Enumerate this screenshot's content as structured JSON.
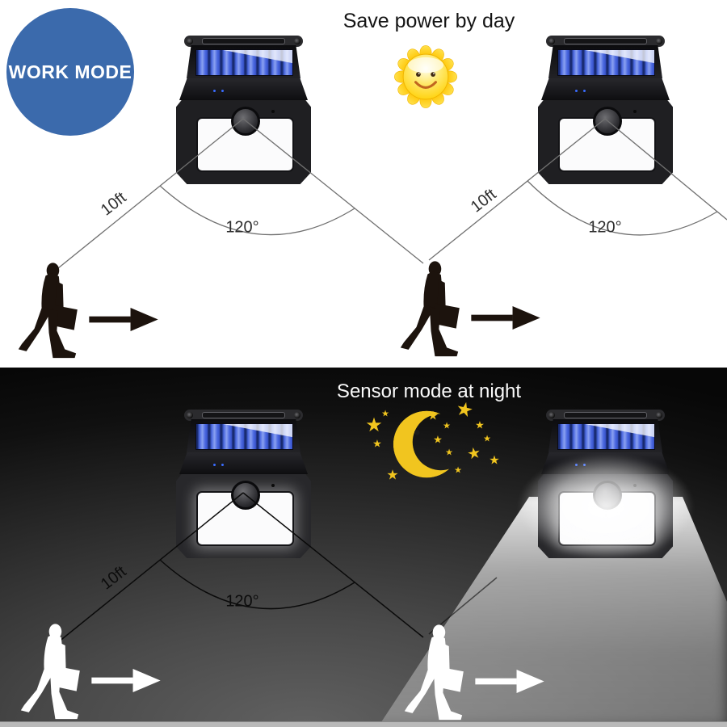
{
  "badge": {
    "label": "WORK MODE",
    "bg_color": "#3b6aac",
    "text_color": "#ffffff"
  },
  "sections": {
    "day": {
      "title": "Save power by day",
      "distance_label": "10ft",
      "angle_label": "120°",
      "background": "#ffffff",
      "icon": "smiling-sun",
      "device_count": 2
    },
    "night": {
      "title": "Sensor mode at night",
      "distance_label": "10ft",
      "angle_label": "120°",
      "background": "#141414",
      "icon": "crescent-moon-with-stars",
      "device_count": 2
    }
  },
  "product": {
    "name": "solar motion sensor wall light",
    "detection_range": "10ft",
    "detection_angle": "120°",
    "panel_color": "#4f6fe2"
  },
  "colors": {
    "accent_blue": "#3b6aac",
    "sun_yellow": "#ffd200",
    "moon_yellow": "#f1c51f",
    "beam_white": "#ffffff",
    "day_line": "#707070",
    "night_line": "#0a0a0a"
  }
}
